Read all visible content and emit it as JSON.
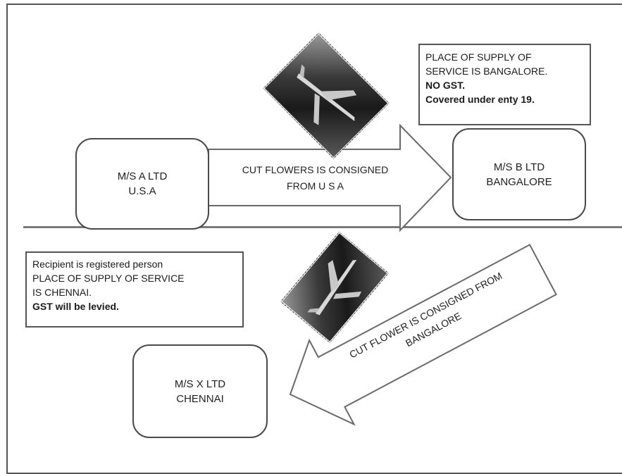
{
  "box_a": {
    "line1": "M/S A LTD",
    "line2": "U.S.A"
  },
  "box_b": {
    "line1": "M/S B LTD",
    "line2": "BANGALORE"
  },
  "box_x": {
    "line1": "M/S X LTD",
    "line2": "CHENNAI"
  },
  "arrow_top": {
    "line1": "CUT FLOWERS IS CONSIGNED",
    "line2": "FROM U S A"
  },
  "arrow_bottom": {
    "line1": "CUT FLOWER IS CONSIGNED FROM",
    "line2": "BANGALORE"
  },
  "note_top": {
    "line1": "PLACE OF SUPPLY OF",
    "line2": "SERVICE IS BANGALORE.",
    "line3": "NO GST.",
    "line4": "Covered under enty 19."
  },
  "note_bottom": {
    "line1": "Recipient is registered person",
    "line2": "PLACE OF SUPPLY OF SERVICE",
    "line3": "IS CHENNAI.",
    "line4": "GST will be levied."
  },
  "icons": {
    "plane_top": "airplane-photo-icon",
    "plane_bottom": "airplane-photo-icon"
  }
}
